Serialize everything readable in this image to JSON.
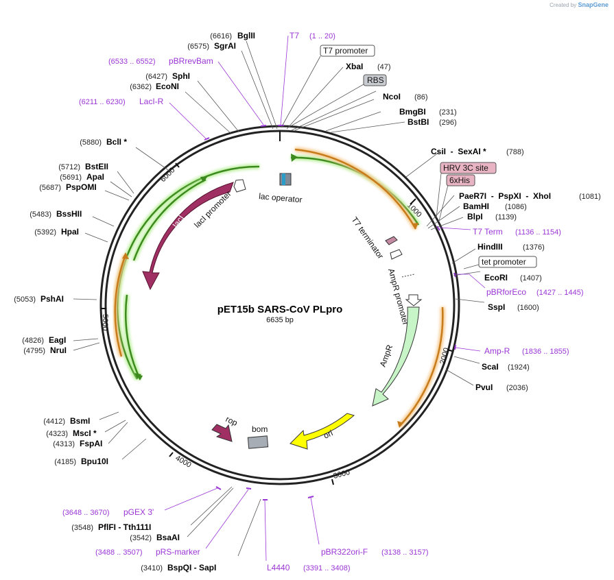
{
  "credit": {
    "created_by": "Created by",
    "brand": "SnapGene"
  },
  "plasmid": {
    "name": "pET15b SARS-CoV PLpro",
    "length": "6635 bp"
  },
  "ticks": [
    "1000",
    "2000",
    "3000",
    "4000",
    "5000",
    "6000"
  ],
  "enzymes": [
    {
      "pos": "(6616)",
      "name": "BglII"
    },
    {
      "pos": "(6575)",
      "name": "SgrAI"
    },
    {
      "pos": "(6427)",
      "name": "SphI"
    },
    {
      "pos": "(6362)",
      "name": "EcoNI"
    },
    {
      "pos": "(5880)",
      "name": "BclI *"
    },
    {
      "pos": "(5712)",
      "name": "BstEII"
    },
    {
      "pos": "(5691)",
      "name": "ApaI"
    },
    {
      "pos": "(5687)",
      "name": "PspOMI"
    },
    {
      "pos": "(5483)",
      "name": "BssHII"
    },
    {
      "pos": "(5392)",
      "name": "HpaI"
    },
    {
      "pos": "(5053)",
      "name": "PshAI"
    },
    {
      "pos": "(4826)",
      "name": "EagI"
    },
    {
      "pos": "(4795)",
      "name": "NruI"
    },
    {
      "pos": "(4412)",
      "name": "BsmI"
    },
    {
      "pos": "(4323)",
      "name": "MscI *"
    },
    {
      "pos": "(4313)",
      "name": "FspAI"
    },
    {
      "pos": "(4185)",
      "name": "Bpu10I"
    },
    {
      "pos": "(3548)",
      "name": "PflFI  -  Tth111I"
    },
    {
      "pos": "(3542)",
      "name": "BsaAI"
    },
    {
      "pos": "(3410)",
      "name": "BspQI  -  SapI"
    },
    {
      "pos": "(47)",
      "name": "XbaI"
    },
    {
      "pos": "(86)",
      "name": "NcoI"
    },
    {
      "pos": "(231)",
      "name": "BmgBI"
    },
    {
      "pos": "(296)",
      "name": "BstBI"
    },
    {
      "pos": "(788)",
      "name": "CsiI  -  SexAI *"
    },
    {
      "pos": "(1081)",
      "name": "PaeR7I  -  PspXI  -  XhoI"
    },
    {
      "pos": "(1086)",
      "name": "BamHI"
    },
    {
      "pos": "(1139)",
      "name": "BlpI"
    },
    {
      "pos": "(1376)",
      "name": "HindIII"
    },
    {
      "pos": "(1407)",
      "name": "EcoRI"
    },
    {
      "pos": "(1600)",
      "name": "SspI"
    },
    {
      "pos": "(1924)",
      "name": "ScaI"
    },
    {
      "pos": "(2036)",
      "name": "PvuI"
    }
  ],
  "primers": [
    {
      "name": "T7",
      "pos": "(1 .. 20)"
    },
    {
      "name": "pBRrevBam",
      "pos": "(6533 .. 6552)"
    },
    {
      "name": "LacI-R",
      "pos": "(6211 .. 6230)"
    },
    {
      "name": "T7 Term",
      "pos": "(1136 .. 1154)"
    },
    {
      "name": "pBRforEco",
      "pos": "(1427 .. 1445)"
    },
    {
      "name": "Amp-R",
      "pos": "(1836 .. 1855)"
    },
    {
      "name": "pGEX 3'",
      "pos": "(3648 .. 3670)"
    },
    {
      "name": "pRS-marker",
      "pos": "(3488 .. 3507)"
    },
    {
      "name": "L4440",
      "pos": "(3391 .. 3408)"
    },
    {
      "name": "pBR322ori-F",
      "pos": "(3138 .. 3157)"
    }
  ],
  "boxed_labels": [
    "T7 promoter",
    "RBS",
    "HRV 3C site",
    "6xHis",
    "tet promoter"
  ],
  "features": [
    "lac operator",
    "lacI promoter",
    "lacI",
    "T7 terminator",
    "AmpR promoter",
    "AmpR",
    "ori",
    "rop",
    "bom"
  ],
  "colors": {
    "primer": "#9a35d6",
    "lacI": "#a03063",
    "ampr": "#c8f5c8",
    "ori": "#ffff00",
    "orf_green": "#3c8a1e",
    "orf_orange": "#c77b1a",
    "box_pink": "#e8b4c4",
    "box_grey": "#c8cbd0"
  }
}
